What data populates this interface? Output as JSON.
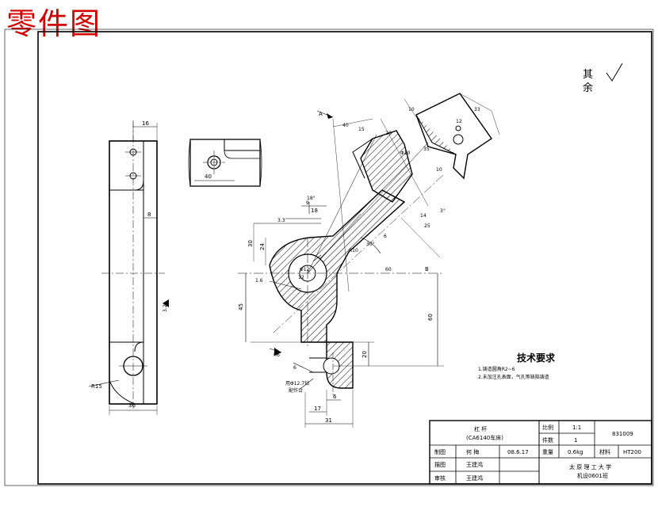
{
  "header": {
    "title": "零件图"
  },
  "surface_note": {
    "line1": "其",
    "line2": "余"
  },
  "tech_requirements": {
    "title": "技术要求",
    "items": [
      "1.铸造圆角R2~6",
      "2.未加注孔表面，气孔等缺陷铸造"
    ]
  },
  "dimensions": {
    "top_width": "16",
    "width_bottom": "36",
    "slot_8": "8",
    "r15": "R15",
    "side_40": "40",
    "s_1_6": "1.6",
    "d60": "60",
    "d45": "45",
    "d20": "20",
    "d17": "17",
    "d31": "31",
    "d10": "10",
    "d6": "6",
    "d18": "18",
    "d9": "9",
    "d30": "30",
    "d24": "24",
    "d40": "40",
    "d35": "35",
    "d25": "25",
    "d33": "33",
    "d60b": "60",
    "phi12": "Φ12",
    "phi10": "Φ10",
    "r10": "R10",
    "a12": "12",
    "a26": "26",
    "deg18": "18°",
    "deg3": "3°",
    "deg30": "30°",
    "c6": "6",
    "r12": "12",
    "ra32": "3.2",
    "r6": "R6",
    "d14": "14",
    "d15": "15",
    "label_b": "B",
    "label_a": "A",
    "d10b": "10",
    "d6b": "6",
    "d33b": "3.3",
    "hole_note_1": "用Φ12.7钻",
    "hole_note_2": "配作合"
  },
  "title_block": {
    "part_name": "杠 杆",
    "part_sub": "(CA6140车床)",
    "scale_label": "比例",
    "scale_value": "1:1",
    "drawing_no": "831009",
    "qty_label": "件数",
    "qty_value": "1",
    "drawn_label": "制图",
    "drawn_name": "何 梅",
    "date": "08.6.17",
    "weight_label": "重量",
    "weight_value": "0.6kg",
    "material_label": "材料",
    "material_value": "HT200",
    "design_label": "描图",
    "design_name": "王建鸿",
    "check_label": "审核",
    "check_name": "王建鸿",
    "school_line1": "太 原 理 工 大 学",
    "school_line2": "机设0601班"
  }
}
